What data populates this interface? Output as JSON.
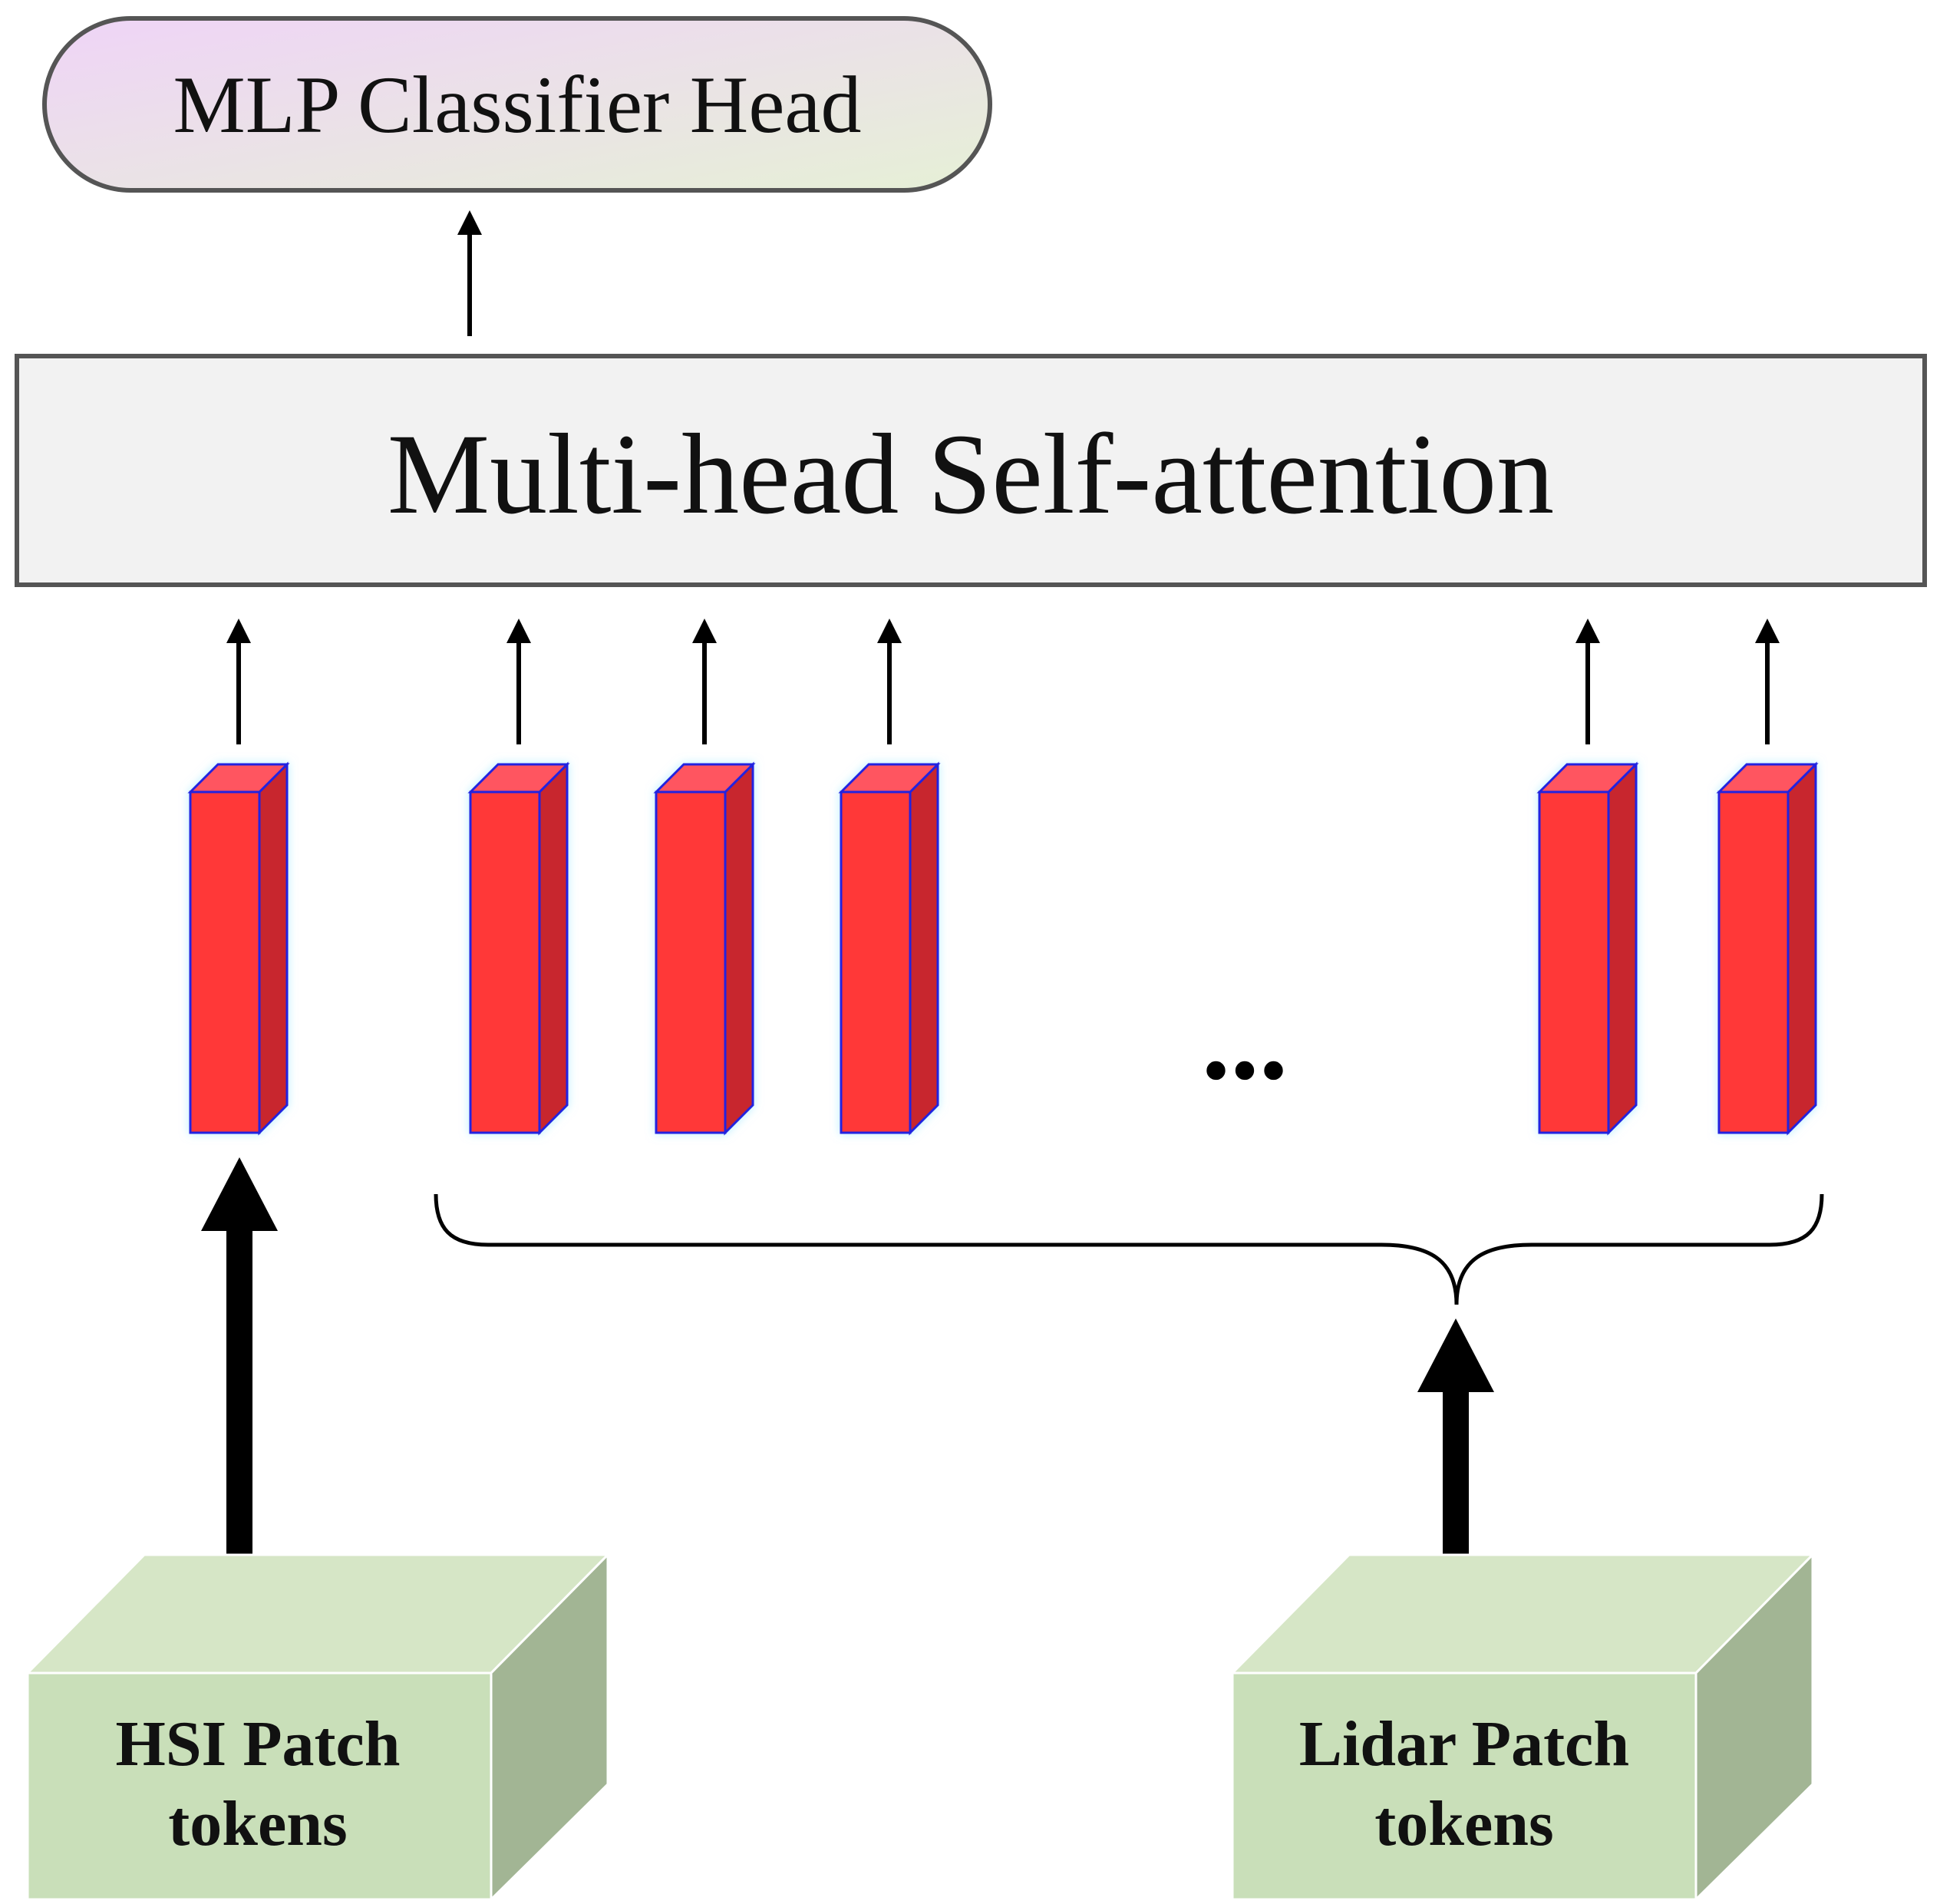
{
  "classifier": {
    "label": "MLP Classifier Head"
  },
  "attention": {
    "label": "Multi-head Self-attention"
  },
  "ellipsis": {
    "label": "..."
  },
  "inputs": {
    "hsi": {
      "line1": "HSI Patch",
      "line2": "tokens"
    },
    "lidar": {
      "line1": "Lidar Patch",
      "line2": "tokens"
    }
  },
  "tokens": {
    "count": 6
  },
  "colors": {
    "token_front": "#ff3838",
    "token_side": "#c8282e",
    "token_top": "#ff5560",
    "token_outline": "#2020e0",
    "box_front": "#c9dfb9",
    "box_top": "#d6e6c6",
    "box_side": "#a2b594",
    "attention_fill": "#f2f2f2",
    "attention_stroke": "#555555",
    "pill_start": "#efd4f7",
    "pill_end": "#e6f0d6"
  }
}
